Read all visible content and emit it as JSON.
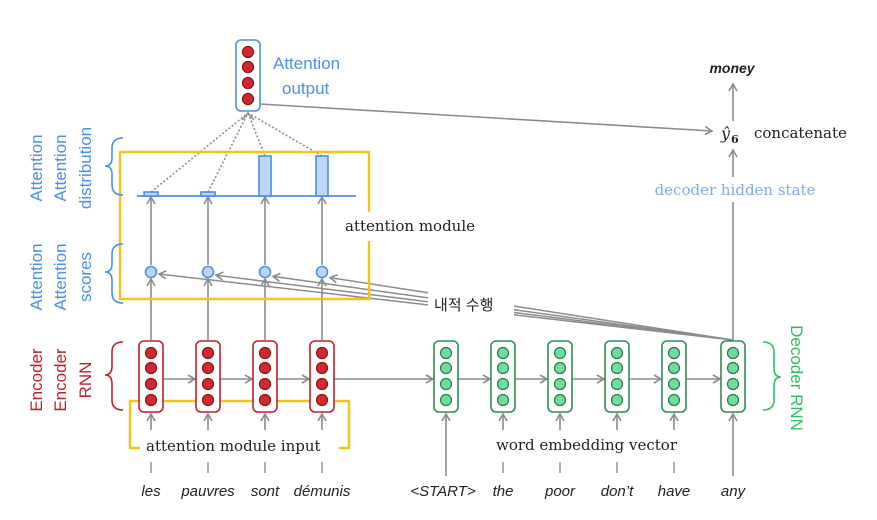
{
  "colors": {
    "attention_blue": "#4a8fe8",
    "attention_fill": "#bcd7f8",
    "encoder_red": "#c0202a",
    "encoder_dot": "#d02a2e",
    "decoder_green": "#2e8f55",
    "decoder_dot": "#6fdc9c",
    "decoder_label": "#2fbf62",
    "highlight_yellow": "#f6c21a",
    "arrow_gray": "#8c8c8c",
    "hidden_state_blue": "#7fa9f0"
  },
  "left_labels": {
    "distribution": [
      "Attention",
      "Attention",
      "distribution"
    ],
    "scores": [
      "Attention",
      "Attention",
      "scores"
    ],
    "encoder": [
      "Encoder",
      "Encoder",
      "RNN"
    ]
  },
  "decoder_rnn_label": "Decoder RNN",
  "attention_output_label": [
    "Attention",
    "output"
  ],
  "attention_module_label": "attention module",
  "dot_product_label": "내적 수행",
  "attention_module_input_label": "attention module input",
  "word_embedding_label": "word embedding vector",
  "decoder_hidden_state_label": "decoder hidden state",
  "concatenate_label": "concatenate",
  "output_symbol": "ŷ",
  "output_subscript": "6",
  "output_word": "money",
  "attention_distribution": [
    0.07,
    0.07,
    0.6,
    0.6
  ],
  "encoder_words": [
    "les",
    "pauvres",
    "sont",
    "démunis"
  ],
  "decoder_words": [
    "<START>",
    "the",
    "poor",
    "don’t",
    "have",
    "any"
  ]
}
